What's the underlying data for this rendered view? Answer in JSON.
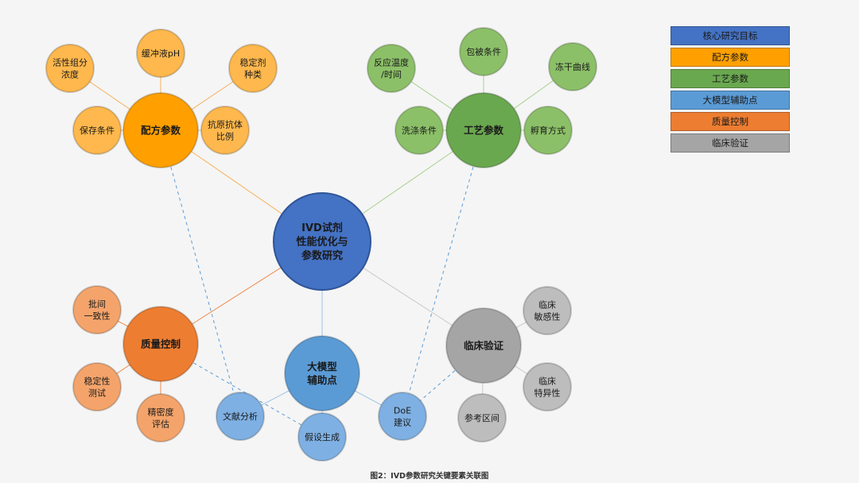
{
  "center": {
    "label": [
      "IVD试剂",
      "性能优化与",
      "参数研究"
    ],
    "color": "#4472c4"
  },
  "hubs": {
    "formula": {
      "label": [
        "配方参数"
      ],
      "color": "#ffa000"
    },
    "process": {
      "label": [
        "工艺参数"
      ],
      "color": "#6aa84f"
    },
    "quality": {
      "label": [
        "质量控制"
      ],
      "color": "#ed7d31"
    },
    "ai": {
      "label": [
        "大模型",
        "辅助点"
      ],
      "color": "#5b9bd5"
    },
    "clinical": {
      "label": [
        "临床验证"
      ],
      "color": "#a5a5a5"
    }
  },
  "leaves": {
    "formula": [
      [
        "活性组分",
        "浓度"
      ],
      [
        "缓冲液pH"
      ],
      [
        "稳定剂",
        "种类"
      ],
      [
        "保存条件"
      ],
      [
        "抗原抗体",
        "比例"
      ]
    ],
    "process": [
      [
        "反应温度",
        "/时间"
      ],
      [
        "包被条件"
      ],
      [
        "冻干曲线"
      ],
      [
        "洗涤条件"
      ],
      [
        "孵育方式"
      ]
    ],
    "quality": [
      [
        "批间",
        "一致性"
      ],
      [
        "稳定性",
        "测试"
      ],
      [
        "精密度",
        "评估"
      ]
    ],
    "ai": [
      [
        "文献分析"
      ],
      [
        "假设生成"
      ],
      [
        "DoE",
        "建议"
      ]
    ],
    "clinical": [
      [
        "临床",
        "敏感性"
      ],
      [
        "临床",
        "特异性"
      ],
      [
        "参考区间"
      ]
    ]
  },
  "leaf_colors": {
    "formula": "#ffb84d",
    "process": "#8cc068",
    "quality": "#f4a46b",
    "ai": "#7fb0e3",
    "clinical": "#bdbdbd"
  },
  "legend": [
    {
      "label": "核心研究目标",
      "color": "#4472c4"
    },
    {
      "label": "配方参数",
      "color": "#ffa000"
    },
    {
      "label": "工艺参数",
      "color": "#6aa84f"
    },
    {
      "label": "大模型辅助点",
      "color": "#5b9bd5"
    },
    {
      "label": "质量控制",
      "color": "#ed7d31"
    },
    {
      "label": "临床验证",
      "color": "#a5a5a5"
    }
  ],
  "caption": "图2：IVD参数研究关键要素关联图"
}
